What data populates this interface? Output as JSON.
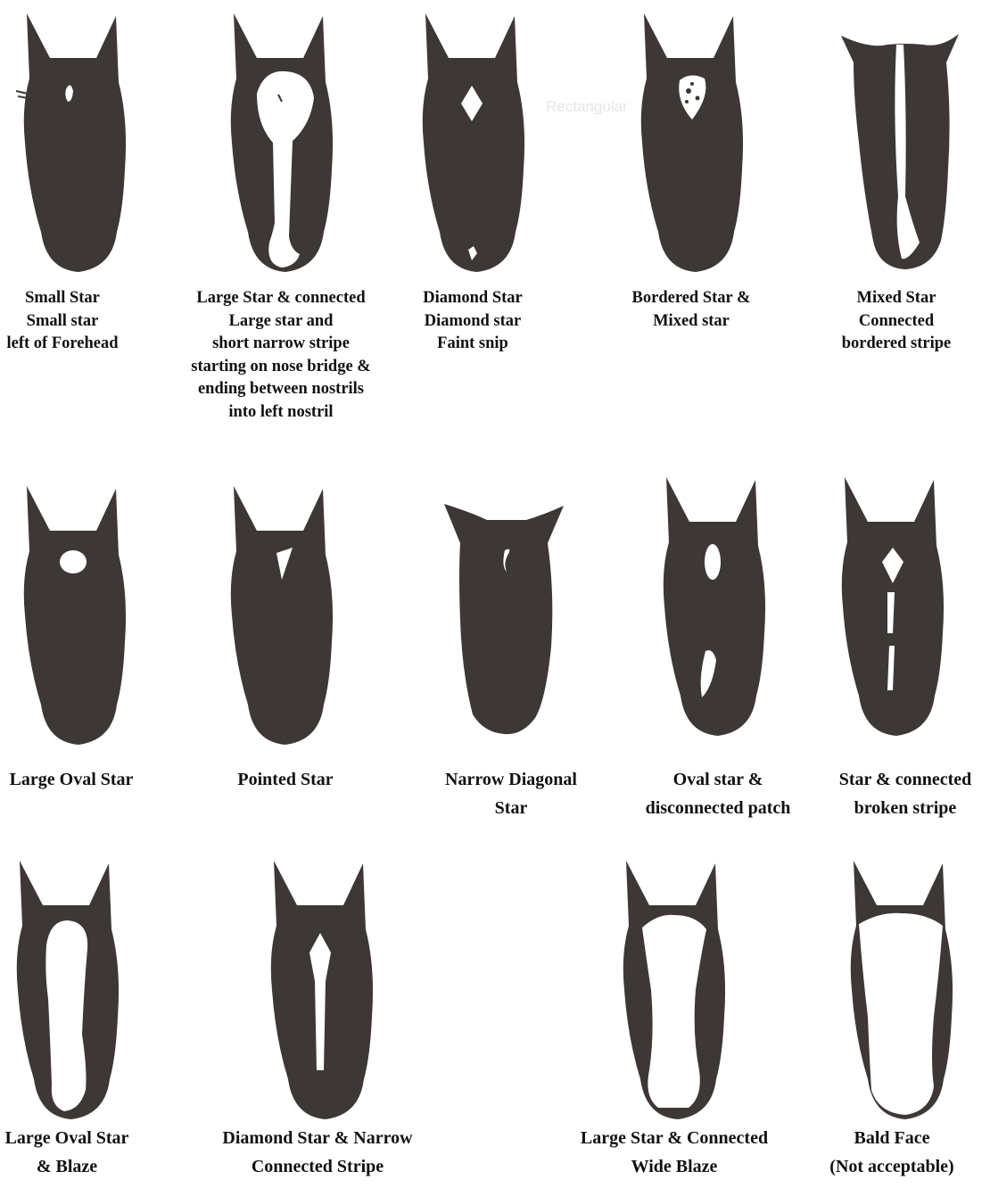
{
  "watermark": "Rectangular",
  "charts": [
    {
      "id": "h1",
      "caption": [
        "Small Star",
        "Small star",
        "left of Forehead"
      ]
    },
    {
      "id": "h2",
      "caption": [
        "Large Star & connected",
        "Large star and",
        "short narrow stripe",
        "starting on nose bridge &",
        "ending between nostrils",
        "into left nostril"
      ]
    },
    {
      "id": "h3",
      "caption": [
        "Diamond Star",
        "Diamond star",
        "Faint snip"
      ]
    },
    {
      "id": "h4",
      "caption": [
        "Bordered Star &",
        "Mixed star"
      ]
    },
    {
      "id": "h5",
      "caption": [
        "Mixed Star",
        "Connected",
        "bordered stripe"
      ]
    },
    {
      "id": "h6",
      "caption": [
        "Large Oval Star"
      ]
    },
    {
      "id": "h7",
      "caption": [
        "Pointed Star"
      ]
    },
    {
      "id": "h8",
      "caption": [
        "Narrow Diagonal",
        "Star"
      ]
    },
    {
      "id": "h9",
      "caption": [
        "Oval star &",
        "disconnected patch"
      ]
    },
    {
      "id": "h10",
      "caption": [
        "Star & connected",
        "broken stripe"
      ]
    },
    {
      "id": "h11",
      "caption": [
        "Large Oval Star",
        "& Blaze"
      ]
    },
    {
      "id": "h12",
      "caption": [
        "Diamond Star & Narrow",
        "Connected Stripe"
      ]
    },
    {
      "id": "h13",
      "caption": [
        "Large Star & Connected",
        "Wide Blaze"
      ]
    },
    {
      "id": "h14",
      "caption": [
        "Bald Face",
        "(Not acceptable)"
      ]
    }
  ]
}
